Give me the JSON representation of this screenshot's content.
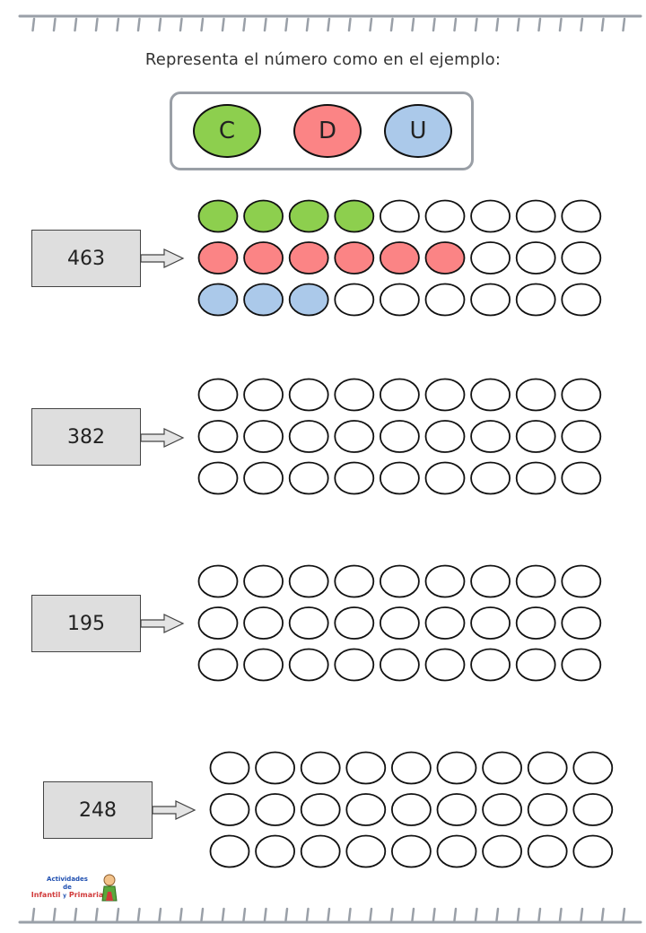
{
  "instruction": "Representa  el número como en el ejemplo:",
  "legend": [
    {
      "label": "C",
      "color": "#8dcf4e"
    },
    {
      "label": "D",
      "color": "#fb8485"
    },
    {
      "label": "U",
      "color": "#abc9ea"
    }
  ],
  "exercises": [
    {
      "number": "463",
      "filled": [
        4,
        6,
        3
      ]
    },
    {
      "number": "382",
      "filled": [
        0,
        0,
        0
      ]
    },
    {
      "number": "195",
      "filled": [
        0,
        0,
        0
      ]
    },
    {
      "number": "248",
      "filled": [
        0,
        0,
        0
      ]
    }
  ],
  "logo": {
    "line1": "Actividades",
    "line2": "de",
    "line3a": "Infantil",
    "line3b": "y",
    "line3c": "Primaria"
  }
}
